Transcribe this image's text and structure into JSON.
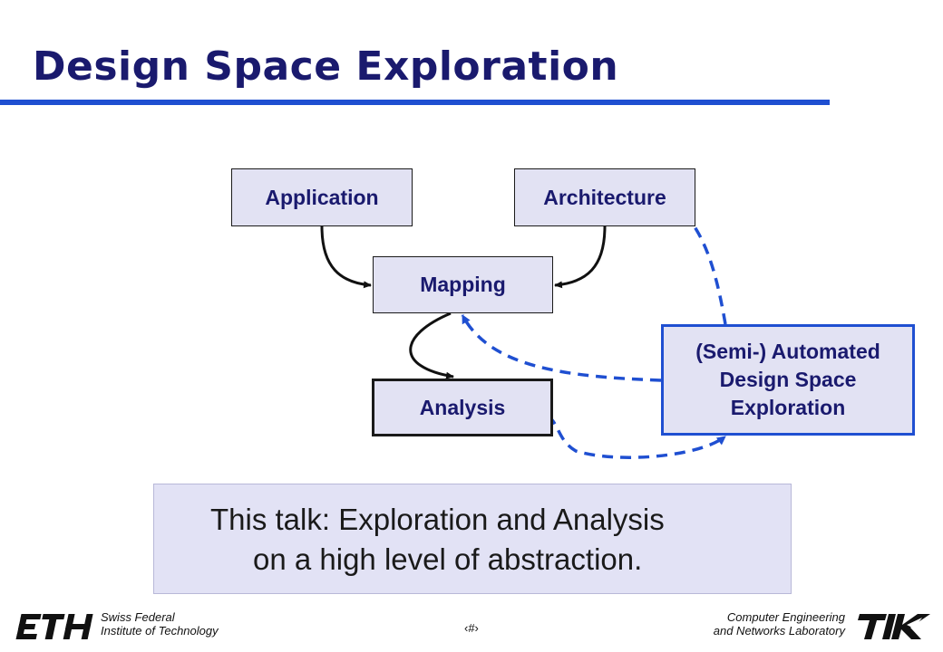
{
  "slide": {
    "title": "Design Space Exploration"
  },
  "diagram": {
    "nodes": {
      "application": "Application",
      "architecture": "Architecture",
      "mapping": "Mapping",
      "analysis": "Analysis",
      "dse": [
        "(Semi-) Automated",
        "Design Space",
        "Exploration"
      ]
    },
    "edges": [
      {
        "from": "application",
        "to": "mapping",
        "style": "solid"
      },
      {
        "from": "architecture",
        "to": "mapping",
        "style": "solid"
      },
      {
        "from": "mapping",
        "to": "analysis",
        "style": "solid"
      },
      {
        "from": "analysis",
        "to": "dse",
        "style": "dashed"
      },
      {
        "from": "dse",
        "to": "mapping",
        "style": "dashed"
      },
      {
        "from": "dse",
        "to": "architecture",
        "style": "dashed"
      }
    ]
  },
  "talk": {
    "line1": "This talk: Exploration and Analysis",
    "line2": "on a high level of abstraction."
  },
  "footer": {
    "left_line1": "Swiss Federal",
    "left_line2": "Institute of Technology",
    "right_line1": "Computer Engineering",
    "right_line2": "and Networks Laboratory",
    "page_number": "‹#›",
    "left_logo": "ETH",
    "right_logo": "TIK"
  },
  "colors": {
    "title": "#1a1a6e",
    "accent_blue": "#1f4fd1",
    "box_fill": "#e2e2f3",
    "talk_box_fill": "#e2e2f5"
  }
}
